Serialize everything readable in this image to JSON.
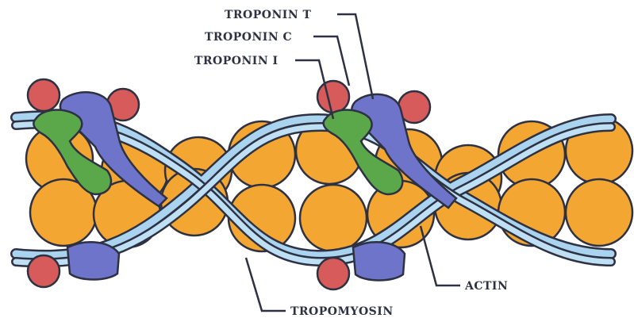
{
  "labels": {
    "troponin_t": "TROPONIN T",
    "troponin_c": "TROPONIN C",
    "troponin_i": "TROPONIN I",
    "actin": "ACTIN",
    "tropomyosin": "TROPOMYOSIN"
  },
  "colors": {
    "actin": "#f3a631",
    "actin_highlight": "#f8c25a",
    "tropomyosin": "#a9d3ee",
    "tropomyosin_shadow": "#6ea8cf",
    "troponin_t": "#6e74c9",
    "troponin_c": "#d75b5b",
    "troponin_i": "#5aa84a",
    "outline": "#2d3142"
  }
}
